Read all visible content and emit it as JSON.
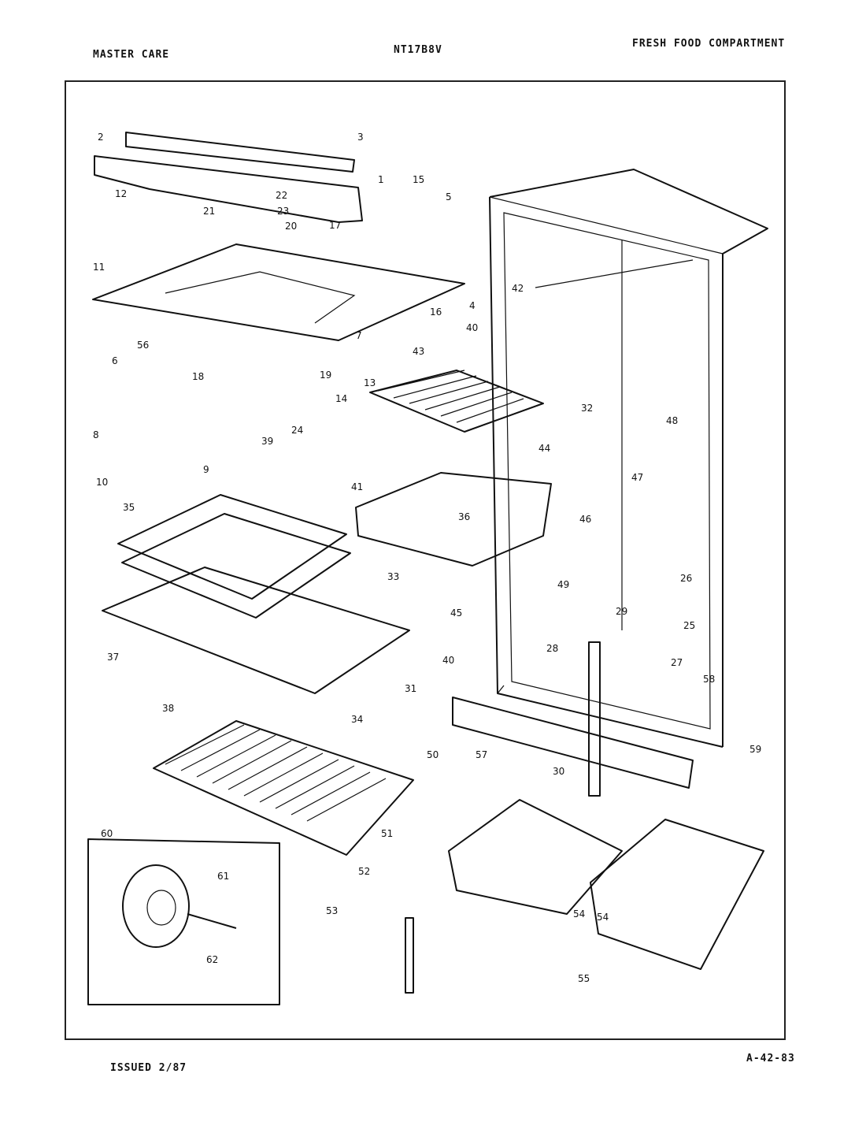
{
  "header": {
    "left": "MASTER CARE",
    "model": "NT17B8V",
    "section": "FRESH FOOD COMPARTMENT"
  },
  "footer": {
    "issued": "ISSUED 2/87",
    "code": "A-42-83"
  },
  "parts": [
    "1",
    "2",
    "3",
    "4",
    "5",
    "6",
    "7",
    "8",
    "9",
    "10",
    "11",
    "12",
    "13",
    "14",
    "15",
    "16",
    "17",
    "18",
    "19",
    "20",
    "21",
    "22",
    "23",
    "24",
    "25",
    "26",
    "27",
    "28",
    "29",
    "30",
    "31",
    "32",
    "33",
    "34",
    "35",
    "36",
    "37",
    "38",
    "39",
    "40",
    "40",
    "41",
    "42",
    "43",
    "44",
    "45",
    "46",
    "47",
    "48",
    "49",
    "50",
    "51",
    "52",
    "53",
    "54",
    "54",
    "55",
    "56",
    "57",
    "58",
    "59",
    "60",
    "61",
    "62"
  ]
}
